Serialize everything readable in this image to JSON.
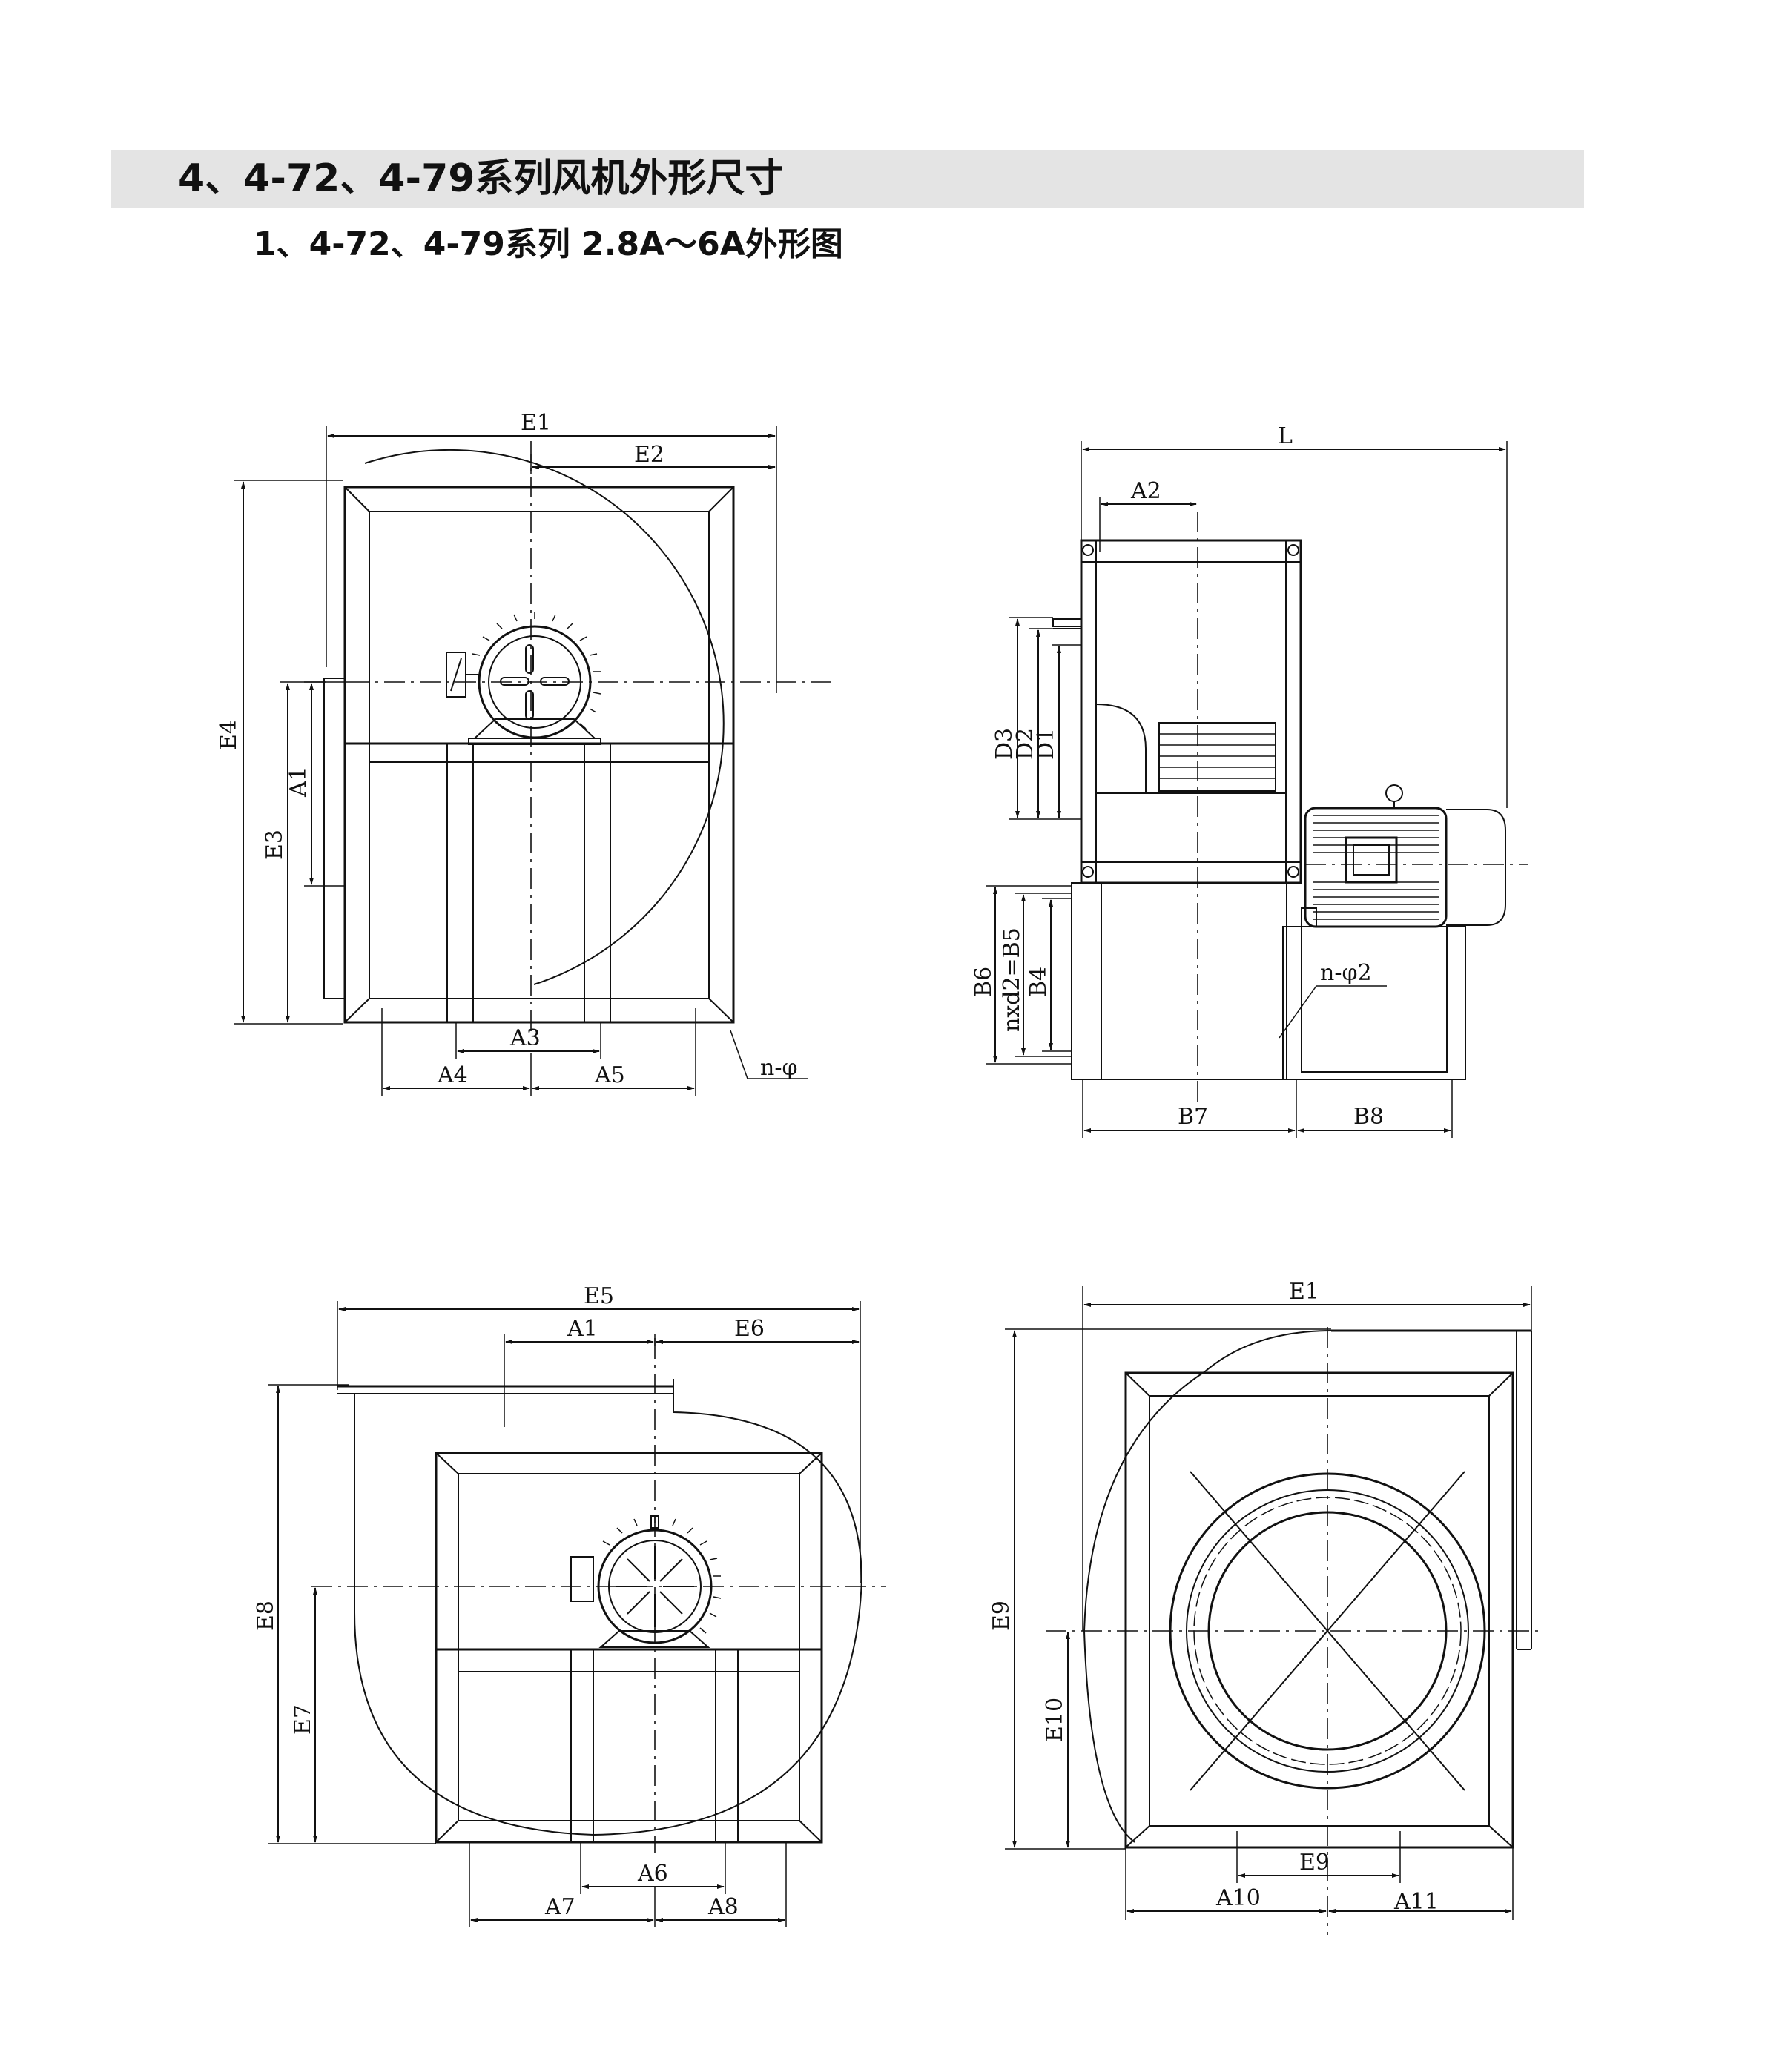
{
  "heading": {
    "title": "4、4-72、4-79系列风机外形尺寸",
    "subtitle": "1、4-72、4-79系列 2.8A～6A外形图"
  },
  "views": {
    "front": {
      "dims": [
        "E1",
        "E2",
        "E4",
        "E3",
        "A1",
        "A3",
        "A4",
        "A5"
      ],
      "note": "n-φ"
    },
    "side": {
      "dims": [
        "L",
        "A2",
        "D3",
        "D2",
        "D1",
        "B6",
        "nxd2=B5",
        "B4",
        "B7",
        "B8"
      ],
      "note": "n-φ2"
    },
    "rear": {
      "dims": [
        "E5",
        "A1",
        "E6",
        "E8",
        "E7",
        "A6",
        "A7",
        "A8"
      ]
    },
    "inlet": {
      "dims": [
        "E1",
        "E9",
        "E10",
        "E9",
        "A10",
        "A11"
      ]
    }
  }
}
